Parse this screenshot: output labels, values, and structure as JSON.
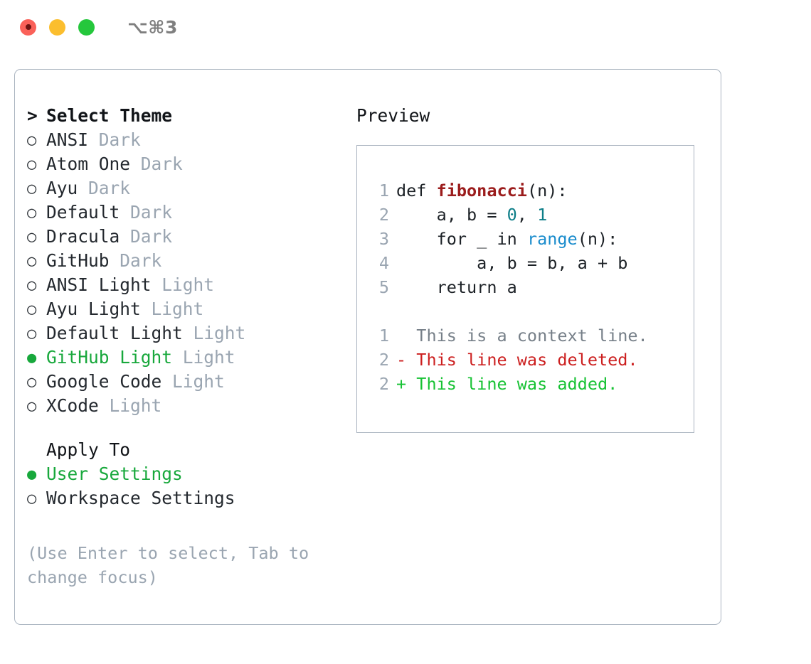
{
  "titlebar": {
    "shortcut": "⌥⌘3",
    "lights": [
      {
        "name": "close-button",
        "color": "#fa6159"
      },
      {
        "name": "minimize-button",
        "color": "#fbbe2e"
      },
      {
        "name": "maximize-button",
        "color": "#25c73c"
      }
    ]
  },
  "theme_picker": {
    "heading": "Select Theme",
    "caret": ">",
    "radio_off": "○",
    "radio_on": "●",
    "items": [
      {
        "name": "ANSI",
        "category": "Dark",
        "selected": false
      },
      {
        "name": "Atom One",
        "category": "Dark",
        "selected": false
      },
      {
        "name": "Ayu",
        "category": "Dark",
        "selected": false
      },
      {
        "name": "Default",
        "category": "Dark",
        "selected": false
      },
      {
        "name": "Dracula",
        "category": "Dark",
        "selected": false
      },
      {
        "name": "GitHub",
        "category": "Dark",
        "selected": false
      },
      {
        "name": "ANSI Light",
        "category": "Light",
        "selected": false
      },
      {
        "name": "Ayu Light",
        "category": "Light",
        "selected": false
      },
      {
        "name": "Default Light",
        "category": "Light",
        "selected": false
      },
      {
        "name": "GitHub Light",
        "category": "Light",
        "selected": true
      },
      {
        "name": "Google Code",
        "category": "Light",
        "selected": false
      },
      {
        "name": "XCode",
        "category": "Light",
        "selected": false
      }
    ]
  },
  "apply_to": {
    "heading": "Apply To",
    "items": [
      {
        "name": "User Settings",
        "selected": true
      },
      {
        "name": "Workspace Settings",
        "selected": false
      }
    ]
  },
  "hint": "(Use Enter to select, Tab to change focus)",
  "preview": {
    "title": "Preview",
    "code_lines": [
      {
        "num": "1",
        "tokens": [
          {
            "t": "def ",
            "c": "plain"
          },
          {
            "t": "fibonacci",
            "c": "fn"
          },
          {
            "t": "(n):",
            "c": "plain"
          }
        ]
      },
      {
        "num": "2",
        "tokens": [
          {
            "t": "    a, b = ",
            "c": "plain"
          },
          {
            "t": "0",
            "c": "num"
          },
          {
            "t": ", ",
            "c": "plain"
          },
          {
            "t": "1",
            "c": "num"
          }
        ]
      },
      {
        "num": "3",
        "tokens": [
          {
            "t": "    for _ in ",
            "c": "plain"
          },
          {
            "t": "range",
            "c": "call"
          },
          {
            "t": "(n):",
            "c": "plain"
          }
        ]
      },
      {
        "num": "4",
        "tokens": [
          {
            "t": "        a, b = b, a + b",
            "c": "plain"
          }
        ]
      },
      {
        "num": "5",
        "tokens": [
          {
            "t": "    return a",
            "c": "plain"
          }
        ]
      }
    ],
    "diff_lines": [
      {
        "num": "1",
        "marker": "  ",
        "text": "This is a context line.",
        "kind": "ctx"
      },
      {
        "num": "2",
        "marker": "- ",
        "text": "This line was deleted.",
        "kind": "del"
      },
      {
        "num": "2",
        "marker": "+ ",
        "text": "This line was added.",
        "kind": "add"
      }
    ]
  },
  "colors": {
    "accent_green": "#18a83c",
    "muted": "#9aa5b1",
    "border": "#aab4c0",
    "fn_red": "#9b1c1c",
    "num_teal": "#0d7e88",
    "call_blue": "#1a8ccc",
    "diff_del": "#cc1f1f",
    "diff_add": "#16c233"
  }
}
